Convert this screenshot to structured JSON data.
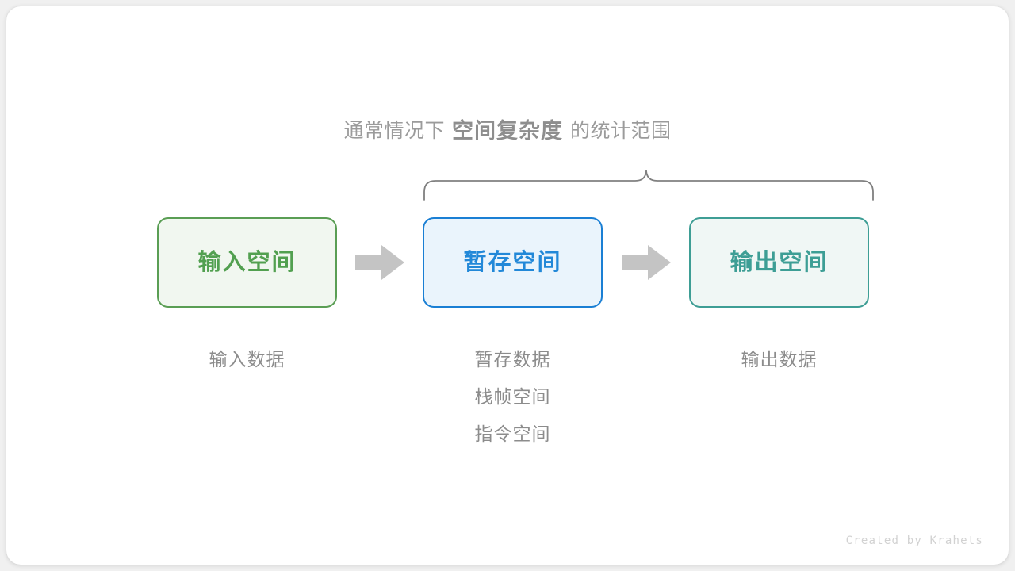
{
  "canvas": {
    "background": "#ffffff",
    "page_background": "#f0f0f0"
  },
  "caption": {
    "prefix": "通常情况下",
    "emphasis": "空间复杂度",
    "suffix": "的统计范围"
  },
  "brace": {
    "color": "#808080",
    "label": "space-complexity-scope-brace"
  },
  "boxes": [
    {
      "id": "input",
      "label": "输入空间",
      "border_color": "#5a9e54",
      "fill_color": "#f1f7f0",
      "text_color": "#52a050"
    },
    {
      "id": "temp",
      "label": "暂存空间",
      "border_color": "#1a7fd4",
      "fill_color": "#eaf4fc",
      "text_color": "#2288d8"
    },
    {
      "id": "output",
      "label": "输出空间",
      "border_color": "#3e9e95",
      "fill_color": "#f0f7f5",
      "text_color": "#3d9e95"
    }
  ],
  "arrows": {
    "color": "#c4c4c4",
    "count": 2
  },
  "sublabels": {
    "input": [
      "输入数据"
    ],
    "temp": [
      "暂存数据",
      "栈帧空间",
      "指令空间"
    ],
    "output": [
      "输出数据"
    ],
    "color": "#8c8c8c"
  },
  "watermark": {
    "text": "Created by Krahets",
    "color": "#d2d2d2"
  }
}
